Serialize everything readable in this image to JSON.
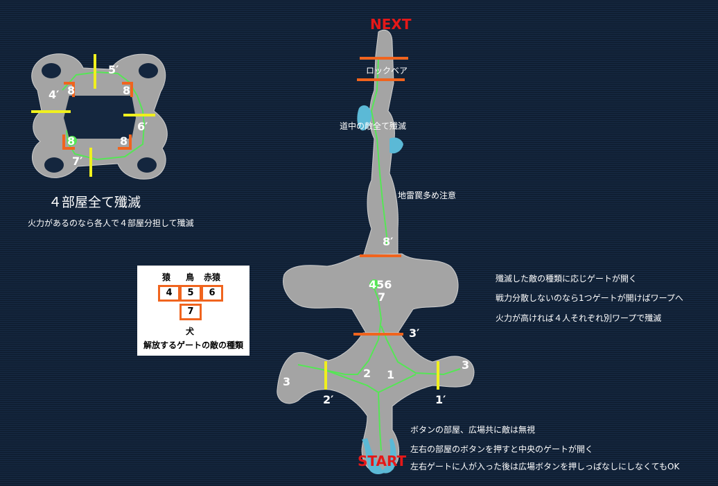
{
  "map": {
    "markers": {
      "next": "NEXT",
      "start": "START"
    },
    "gates_main": [
      "1",
      "2",
      "3",
      "3",
      "1′",
      "2′",
      "3′",
      "8′",
      "456",
      "7"
    ],
    "gates_upper": [
      "4′",
      "5′",
      "6′",
      "7′",
      "8",
      "8",
      "8",
      "8"
    ],
    "colors": {
      "floor": "#a4a4a4",
      "route": "#55e655",
      "gate_orange": "#f0641e",
      "gate_yellow": "#f0f01e",
      "water": "#5bb9d6",
      "marker_red": "#e51818"
    }
  },
  "upper_area": {
    "title": "４部屋全て殲滅",
    "note": "火力があるのなら各人で４部屋分担して殲滅"
  },
  "notes": {
    "boss": "ロックベア",
    "corridor": "道中の敵全て殲滅",
    "traps": "地雷罠多め注意",
    "hub_1": "殲滅した敵の種類に応じゲートが開く",
    "hub_2": "戦力分散しないのなら1つゲートが開けばワープへ",
    "hub_3": "火力が高ければ４人それぞれ別ワープで殲滅",
    "start_1": "ボタンの部屋、広場共に敵は無視",
    "start_2": "左右の部屋のボタンを押すと中央のゲートが開く",
    "start_3": "左右ゲートに人が入った後は広場ボタンを押しっぱなしにしなくてもOK"
  },
  "legend": {
    "headers": [
      "猿",
      "鳥",
      "赤猿"
    ],
    "cells": [
      "4",
      "5",
      "6",
      "7"
    ],
    "dog": "犬",
    "caption": "解放するゲートの敵の種類"
  }
}
